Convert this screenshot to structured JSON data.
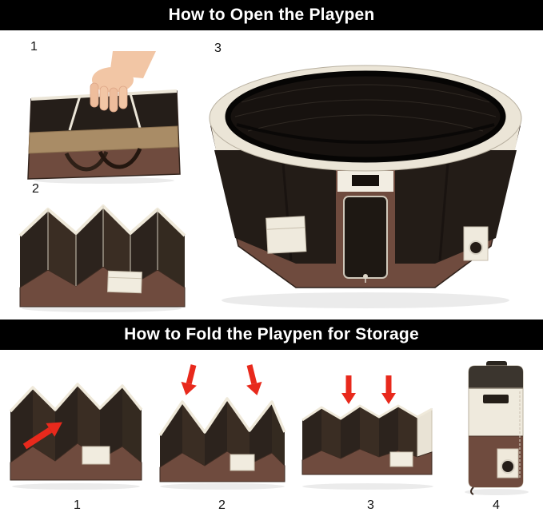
{
  "banners": {
    "open_title": "How to Open the Playpen",
    "fold_title": "How to Fold the Playpen for Storage"
  },
  "open_steps": [
    {
      "num": "1"
    },
    {
      "num": "2"
    },
    {
      "num": "3"
    }
  ],
  "fold_steps": [
    {
      "num": "1"
    },
    {
      "num": "2"
    },
    {
      "num": "3"
    },
    {
      "num": "4"
    }
  ],
  "colors": {
    "banner_bg": "#000000",
    "banner_text": "#ffffff",
    "playpen_brown": "#6f4b3e",
    "playpen_cream": "#ece6d8",
    "mesh_dark": "#231c17",
    "flap_tan": "#a98c66",
    "arrow_red": "#e8291c",
    "canvas": "#ffffff"
  }
}
